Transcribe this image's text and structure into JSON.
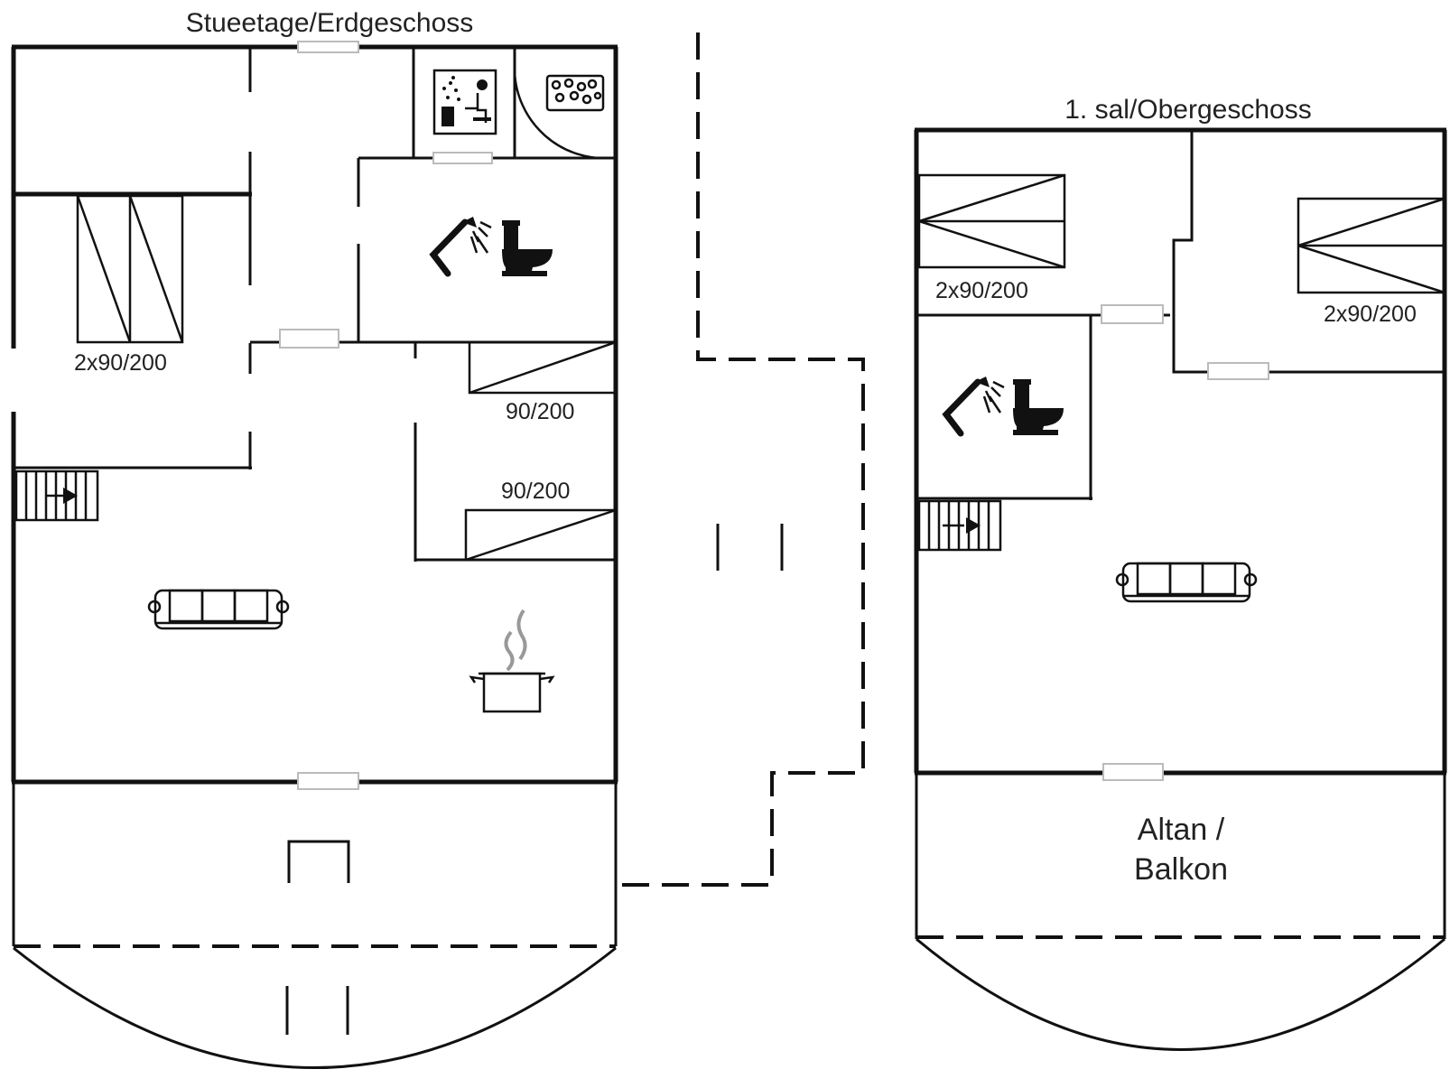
{
  "floors": [
    {
      "title": "Stueetage/Erdgeschoss",
      "bed_labels": [
        "2x90/200",
        "90/200",
        "90/200"
      ]
    },
    {
      "title": "1. sal/Obergeschoss",
      "bed_labels": [
        "2x90/200",
        "2x90/200"
      ],
      "balcony_line1": "Altan /",
      "balcony_line2": "Balkon"
    }
  ],
  "icons": [
    "sauna-icon",
    "whirlpool-icon",
    "shower-icon",
    "toilet-icon",
    "stairs-icon",
    "sofa-icon",
    "cooking-pot-icon",
    "bed-icon"
  ]
}
